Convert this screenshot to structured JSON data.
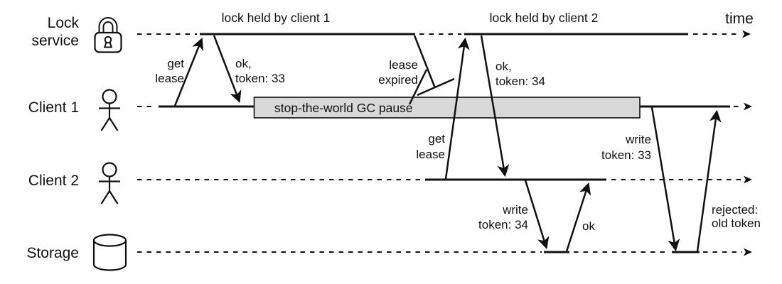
{
  "colors": {
    "line": "#111111",
    "gc_box_fill": "#d8d8d8",
    "background": "#ffffff"
  },
  "lanes": [
    {
      "name": "lock-service",
      "label_line1": "Lock",
      "label_line2": "service",
      "icon": "padlock-icon"
    },
    {
      "name": "client-1",
      "label_line1": "Client 1",
      "icon": "person-icon"
    },
    {
      "name": "client-2",
      "label_line1": "Client 2",
      "icon": "person-icon"
    },
    {
      "name": "storage",
      "label_line1": "Storage",
      "icon": "database-icon"
    }
  ],
  "header": {
    "lock_held_1": "lock held by client 1",
    "lock_held_2": "lock held by client 2",
    "time_label": "time"
  },
  "gc_pause": {
    "label": "stop-the-world GC pause"
  },
  "messages": [
    {
      "name": "get-lease-1",
      "from": "client-1",
      "to": "lock-service",
      "line1": "get",
      "line2": "lease"
    },
    {
      "name": "ok-token-33",
      "from": "lock-service",
      "to": "client-1",
      "line1": "ok,",
      "line2": "token: 33"
    },
    {
      "name": "lease-expired",
      "from": "lock-service",
      "to": "client-1",
      "line1": "lease",
      "line2": "expired",
      "dropped": true
    },
    {
      "name": "get-lease-2",
      "from": "client-2",
      "to": "lock-service",
      "line1": "get",
      "line2": "lease"
    },
    {
      "name": "ok-token-34",
      "from": "lock-service",
      "to": "client-2",
      "line1": "ok,",
      "line2": "token: 34"
    },
    {
      "name": "write-token-34",
      "from": "client-2",
      "to": "storage",
      "line1": "write",
      "line2": "token: 34"
    },
    {
      "name": "ok-write-34",
      "from": "storage",
      "to": "client-2",
      "line1": "ok"
    },
    {
      "name": "write-token-33",
      "from": "client-1",
      "to": "storage",
      "line1": "write",
      "line2": "token: 33"
    },
    {
      "name": "rejected-old-token",
      "from": "storage",
      "to": "client-1",
      "line1": "rejected:",
      "line2": "old token"
    }
  ]
}
